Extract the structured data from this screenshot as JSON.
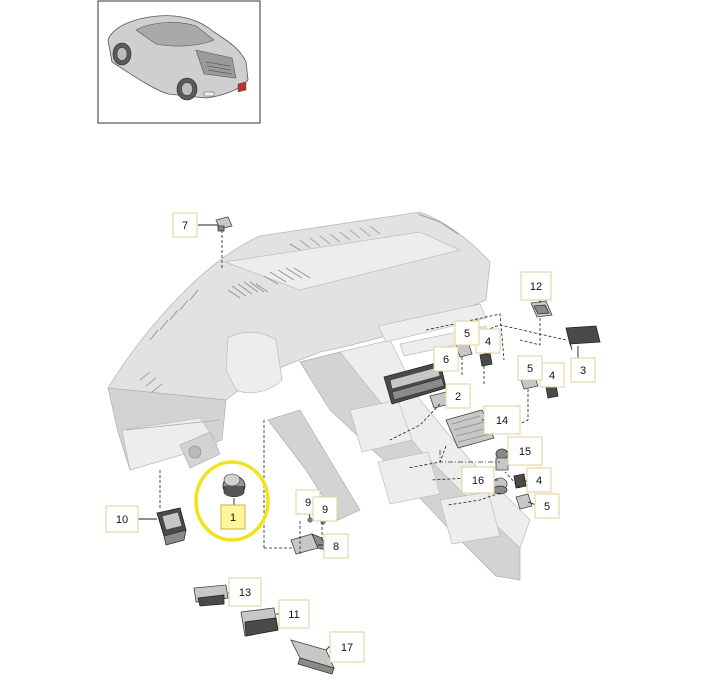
{
  "callouts": [
    {
      "id": "c1",
      "label": "1",
      "highlighted": true
    },
    {
      "id": "c2",
      "label": "2"
    },
    {
      "id": "c3",
      "label": "3"
    },
    {
      "id": "c4a",
      "label": "4"
    },
    {
      "id": "c4b",
      "label": "4"
    },
    {
      "id": "c4c",
      "label": "4"
    },
    {
      "id": "c5a",
      "label": "5"
    },
    {
      "id": "c5b",
      "label": "5"
    },
    {
      "id": "c5c",
      "label": "5"
    },
    {
      "id": "c6",
      "label": "6"
    },
    {
      "id": "c7",
      "label": "7"
    },
    {
      "id": "c8",
      "label": "8"
    },
    {
      "id": "c9a",
      "label": "9"
    },
    {
      "id": "c9b",
      "label": "9"
    },
    {
      "id": "c10",
      "label": "10"
    },
    {
      "id": "c11",
      "label": "11"
    },
    {
      "id": "c12",
      "label": "12"
    },
    {
      "id": "c13",
      "label": "13"
    },
    {
      "id": "c14",
      "label": "14"
    },
    {
      "id": "c15",
      "label": "15"
    },
    {
      "id": "c16",
      "label": "16"
    },
    {
      "id": "c17",
      "label": "17"
    }
  ],
  "colors": {
    "highlight_ring": "#f2e21c",
    "highlight_fill": "#fff59a",
    "box_border": "#e3cf9a",
    "line": "#222222"
  }
}
